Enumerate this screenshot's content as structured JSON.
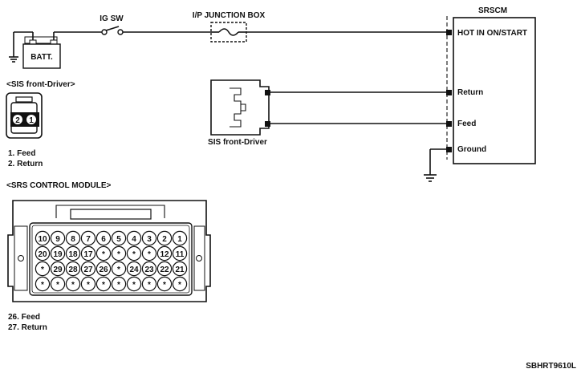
{
  "labels": {
    "ig_sw": "IG SW",
    "junction_box": "I/P JUNCTION BOX",
    "srscm": "SRSCM",
    "batt": "BATT.",
    "hot_in": "HOT IN ON/START",
    "return": "Return",
    "feed": "Feed",
    "ground": "Ground",
    "sis_front_driver": "SIS front-Driver",
    "sis_section": "<SIS front-Driver>",
    "sis_pin1": "1. Feed",
    "sis_pin2": "2. Return",
    "srs_section": "<SRS CONTROL MODULE>",
    "srs_pin26": "26. Feed",
    "srs_pin27": "27. Return",
    "code": "SBHRT9610L"
  },
  "sis_connector_pins": [
    "2",
    "1"
  ],
  "srs_connector_rows": [
    [
      "10",
      "9",
      "8",
      "7",
      "6",
      "5",
      "4",
      "3",
      "2",
      "1"
    ],
    [
      "20",
      "19",
      "18",
      "17",
      "*",
      "*",
      "*",
      "*",
      "12",
      "11"
    ],
    [
      "*",
      "29",
      "28",
      "27",
      "26",
      "*",
      "24",
      "23",
      "22",
      "21"
    ],
    [
      "*",
      "*",
      "*",
      "*",
      "*",
      "*",
      "*",
      "*",
      "*",
      "*"
    ]
  ]
}
